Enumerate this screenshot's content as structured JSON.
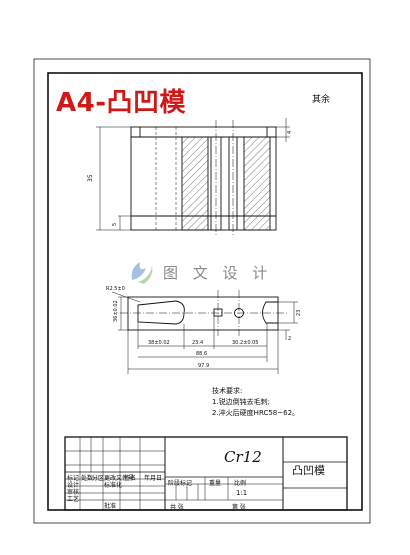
{
  "drawing": {
    "title": "A4-凸凹模",
    "corner_mark": "其余",
    "watermark_text": "图 文 设 计",
    "accent_color": "#d01818"
  },
  "dimensions": {
    "front_height": "35",
    "front_step_top": "4",
    "front_step_bottom": "5",
    "plan_top_left": "R2.5±0",
    "plan_left_height": "36±0.02",
    "plan_right_height": "23",
    "plan_right_small": "2",
    "plan_seg_1": "38±0.02",
    "plan_seg_2": "23.4",
    "plan_seg_3": "30.2±0.05",
    "plan_overall_inner": "88.6",
    "plan_overall": "97.9"
  },
  "technical_notes": {
    "heading": "技术要求:",
    "items": [
      "1.锐边倒钝去毛刺;",
      "2.淬火后硬度HRC58~62。"
    ]
  },
  "title_block": {
    "material": "Cr12",
    "part_name": "凸凹模",
    "row_labels": [
      "标记",
      "处数",
      "分区",
      "更改文件号",
      "签名",
      "年月日"
    ],
    "design_label": "设计",
    "std_label": "标准化",
    "review_label": "审核",
    "process_label": "工艺",
    "approve_label": "批准",
    "stage_label": "阶段标记",
    "weight_label": "重量",
    "scale_label": "比例",
    "scale_value": "1:1",
    "sheets_label": "共 张",
    "sheet_label": "第 张"
  },
  "icons": [
    "watermark-logo-icon"
  ]
}
